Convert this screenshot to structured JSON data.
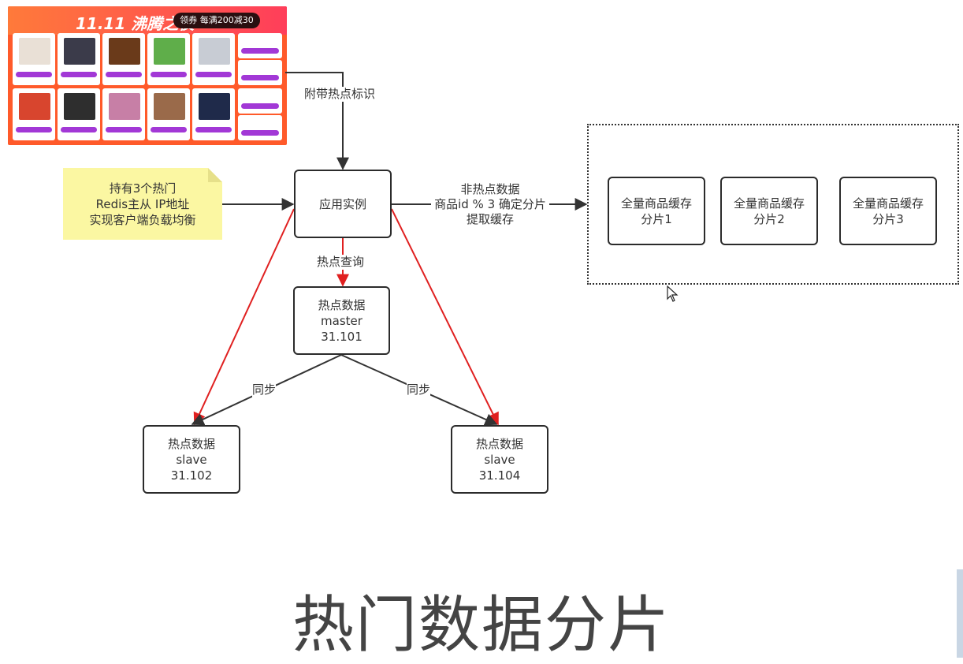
{
  "banner": {
    "title": "11.11 沸腾之夜",
    "promo": "领券 每满200减30"
  },
  "diagram": {
    "note": {
      "lines": [
        "持有3个热门",
        "Redis主从 IP地址",
        "实现客户端负载均衡"
      ]
    },
    "app": {
      "label": "应用实例"
    },
    "edge_hotflag": "附带热点标识",
    "edge_nonhot": [
      "非热点数据",
      "商品id % 3 确定分片",
      "提取缓存"
    ],
    "edge_hotquery": "热点查询",
    "master": {
      "lines": [
        "热点数据",
        "master",
        "31.101"
      ]
    },
    "slave_left": {
      "lines": [
        "热点数据",
        "slave",
        "31.102"
      ]
    },
    "slave_right": {
      "lines": [
        "热点数据",
        "slave",
        "31.104"
      ]
    },
    "sync_left": "同步",
    "sync_right": "同步",
    "shards": [
      {
        "lines": [
          "全量商品缓存",
          "分片1"
        ]
      },
      {
        "lines": [
          "全量商品缓存",
          "分片2"
        ]
      },
      {
        "lines": [
          "全量商品缓存",
          "分片3"
        ]
      }
    ],
    "colors": {
      "edge": "#333333",
      "hot_edge": "#e02020",
      "note_bg": "#fbf7a2"
    }
  },
  "page_title": "热门数据分片"
}
